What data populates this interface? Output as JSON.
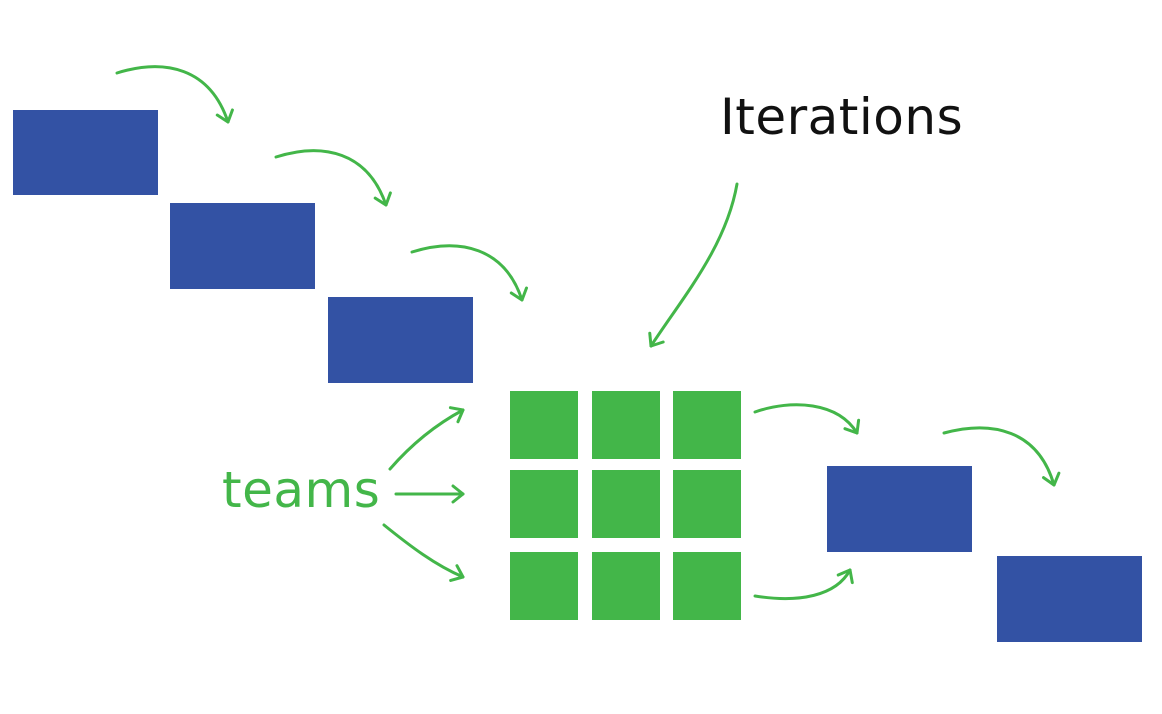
{
  "labels": {
    "iterations": "Iterations",
    "teams": "teams"
  },
  "colors": {
    "block_blue": "#3352A4",
    "grid_green": "#43B649",
    "arrow_green": "#43B649",
    "text_black": "#111111",
    "text_green": "#43B649",
    "background": "#FFFFFF"
  },
  "structure": {
    "waterfall_blocks_before": 3,
    "waterfall_blocks_after": 2,
    "grid_rows": 3,
    "grid_cols": 3,
    "team_arrows": 3
  }
}
